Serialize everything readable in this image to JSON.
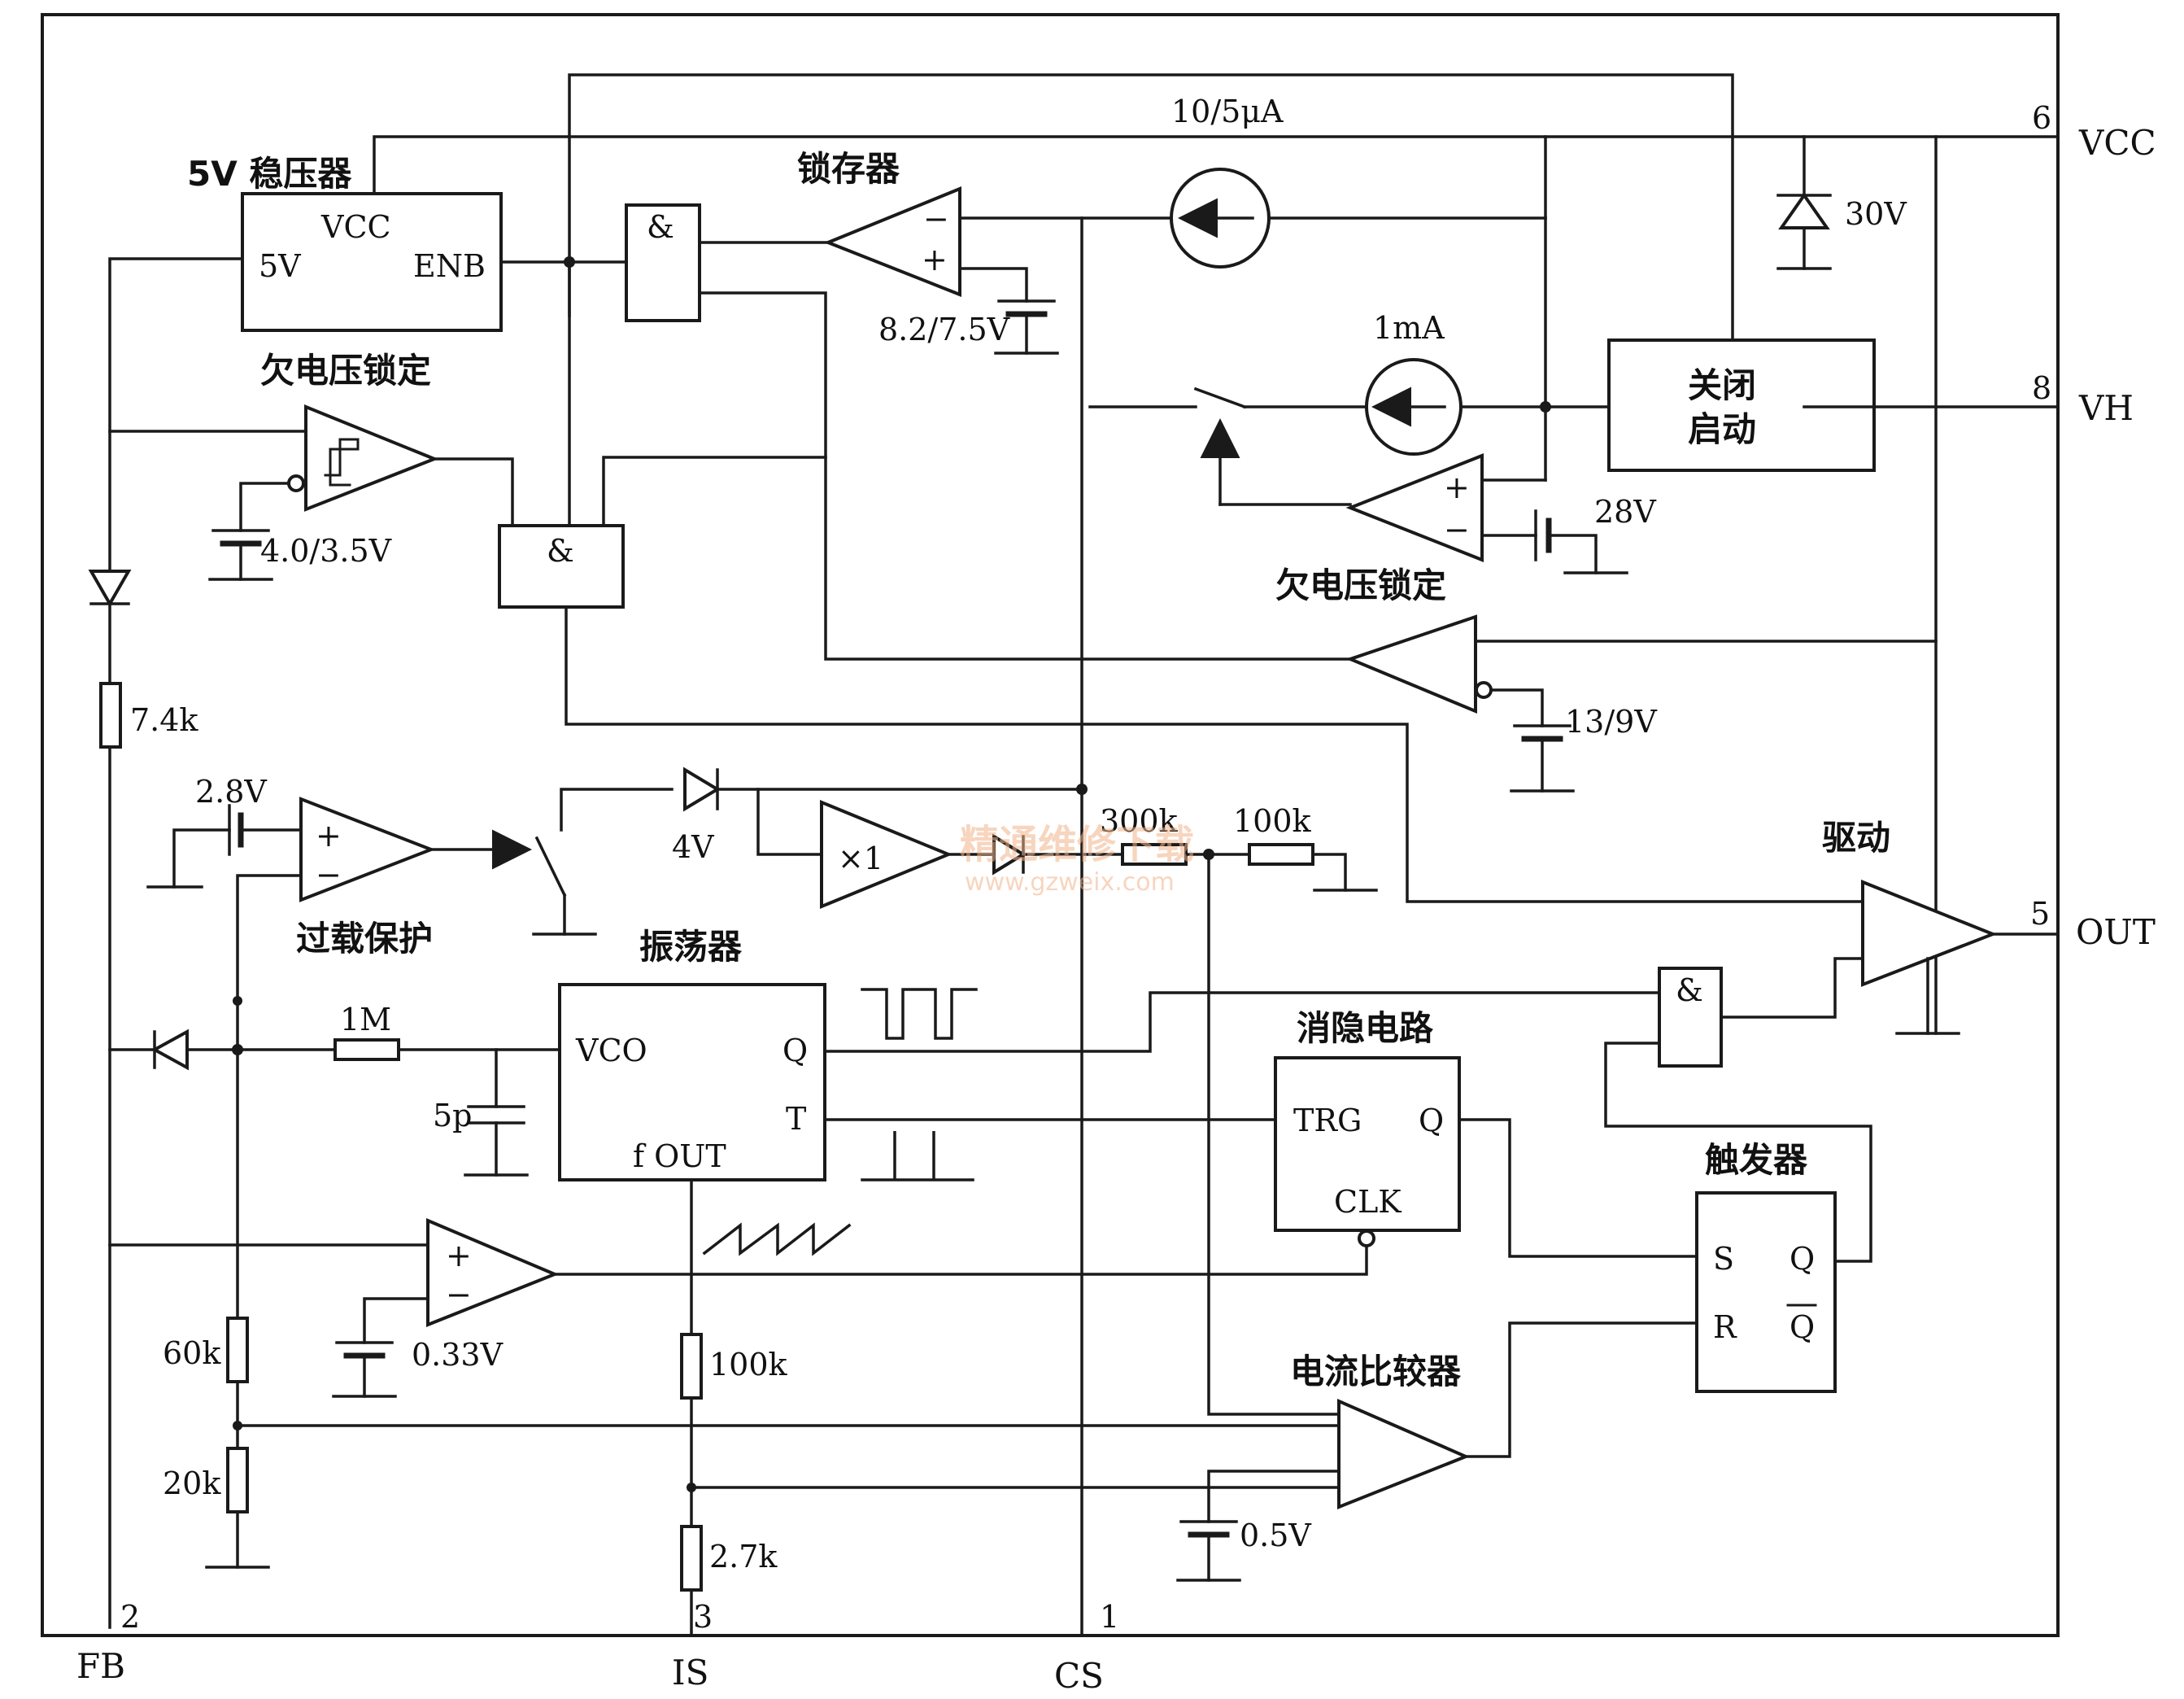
{
  "labels": {
    "regulator_title": "5V 稳压器",
    "vcc_inner": "VCC",
    "five_v": "5V",
    "enb": "ENB",
    "latch_title": "锁存器",
    "latch_ref": "8.2/7.5V",
    "current_10_5": "10/5μA",
    "pin6": "6",
    "vcc_pin": "VCC",
    "zener_30": "30V",
    "current_1ma": "1mA",
    "shutdown_start_1": "关闭",
    "shutdown_start_2": "启动",
    "pin8": "8",
    "vh_pin": "VH",
    "uvlo_right": "欠电压锁定",
    "ref_28": "28V",
    "uvlo_left": "欠电压锁定",
    "ref_4035": "4.0/3.5V",
    "ref_139": "13/9V",
    "and_sym_1": "&",
    "and_sym_2": "&",
    "and_sym_3": "&",
    "r_74k": "7.4k",
    "ref_28v": "2.8V",
    "overload": "过载保护",
    "ref_4v": "4V",
    "buf_x1": "×1",
    "r_300k": "300k",
    "r_100k_top": "100k",
    "driver": "驱动",
    "pin5": "5",
    "out_pin": "OUT",
    "oscillator": "振荡器",
    "vco": "VCO",
    "osc_q": "Q",
    "osc_t": "T",
    "fout": "f OUT",
    "r_1m": "1M",
    "c_5p": "5p",
    "blanking": "消隐电路",
    "trg": "TRG",
    "blank_q": "Q",
    "clk": "CLK",
    "trigger": "触发器",
    "ff_s": "S",
    "ff_q": "Q",
    "ff_r": "R",
    "ff_qbar": "Q",
    "ref_033": "0.33V",
    "r_60k": "60k",
    "r_20k": "20k",
    "r_100k_is": "100k",
    "current_cmp": "电流比较器",
    "ref_05": "0.5V",
    "r_27k": "2.7k",
    "pin2": "2",
    "fb_pin": "FB",
    "pin3": "3",
    "is_pin": "IS",
    "pin1": "1",
    "cs_pin": "CS",
    "watermark": "精通维修下载",
    "watermark_url": "www.gzweix.com"
  }
}
